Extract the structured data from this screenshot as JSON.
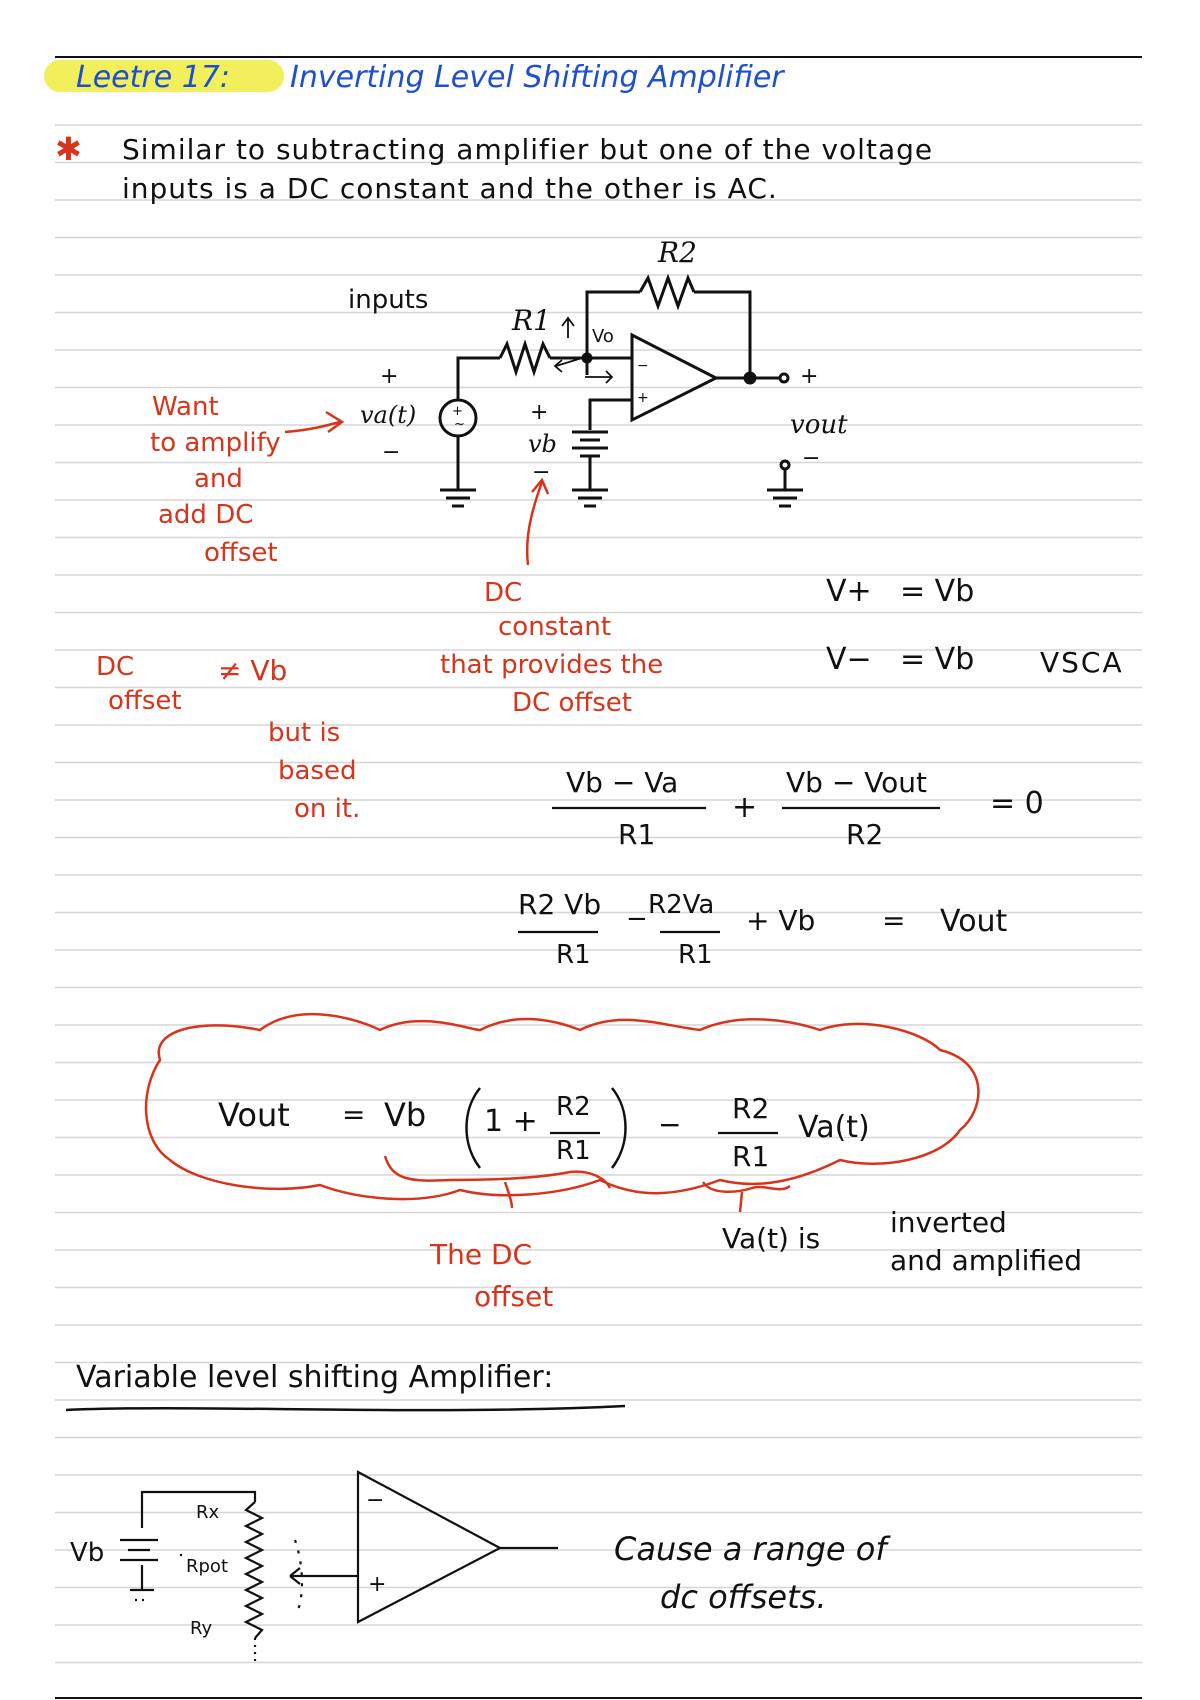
{
  "colors": {
    "ink": "#111111",
    "blue": "#1f4fd1",
    "red": "#d8341b",
    "highlight": "#f2ef5c",
    "rule": "#d6d6d6"
  },
  "header": {
    "lecture": "Leetre 17:",
    "title": "Inverting Level Shifting Amplifier"
  },
  "intro": {
    "bullet": "✱",
    "line1": "Similar to subtracting amplifier but one of the voltage",
    "line2": "inputs is a DC constant and the other is AC."
  },
  "circuit1": {
    "caption": "inputs",
    "r2": "R2",
    "r1": "R1",
    "vo": "Vo",
    "va": "va(t)",
    "vb": "vb",
    "vout": "vout",
    "plus": "+",
    "minus": "−"
  },
  "notes": {
    "want": [
      "Want",
      "to amplify",
      "and",
      "add DC",
      "offset"
    ],
    "dc_constant": [
      "DC",
      "constant",
      "that provides the",
      "DC offset"
    ],
    "dc_offset_left": [
      "DC",
      "offset"
    ],
    "neq_vb": "≠ Vb",
    "but_is": [
      "but is",
      "based",
      "on it."
    ]
  },
  "equations": {
    "vplus_lhs": "V+",
    "vplus_rhs": "=  Vb",
    "vminus_lhs": "V−",
    "vminus_rhs": "=  Vb",
    "vsca": "VSCA",
    "kcl_num1": "Vb − Va",
    "kcl_den1": "R1",
    "kcl_plus": "+",
    "kcl_num2": "Vb − Vout",
    "kcl_den2": "R2",
    "kcl_eq": "= 0",
    "sol_num1": "R2 Vb",
    "sol_den1": "R1",
    "sol_minus": "−",
    "sol_num2": "R2Va",
    "sol_den2": "R1",
    "sol_plus": "+ Vb",
    "sol_eq": "=",
    "sol_rhs": "Vout",
    "boxed_lhs": "Vout",
    "boxed_eq": "=",
    "boxed_vb": "Vb",
    "boxed_one_plus": "1 +",
    "boxed_r2": "R2",
    "boxed_r1": "R1",
    "boxed_minus": "−",
    "boxed_r2b": "R2",
    "boxed_r1b": "R1",
    "boxed_vat": "Va(t)"
  },
  "annotations": {
    "dc_offset": [
      "The DC",
      "offset"
    ],
    "inverted": [
      "Va(t) is",
      "inverted",
      "and amplified"
    ]
  },
  "section2": {
    "title": "Variable level shifting Amplifier:",
    "vb": "Vb",
    "rx": "Rx",
    "rpot": "Rpot",
    "ry": "Ry",
    "minus": "−",
    "plus": "+",
    "note": [
      "Cause a range of",
      "dc offsets."
    ]
  }
}
